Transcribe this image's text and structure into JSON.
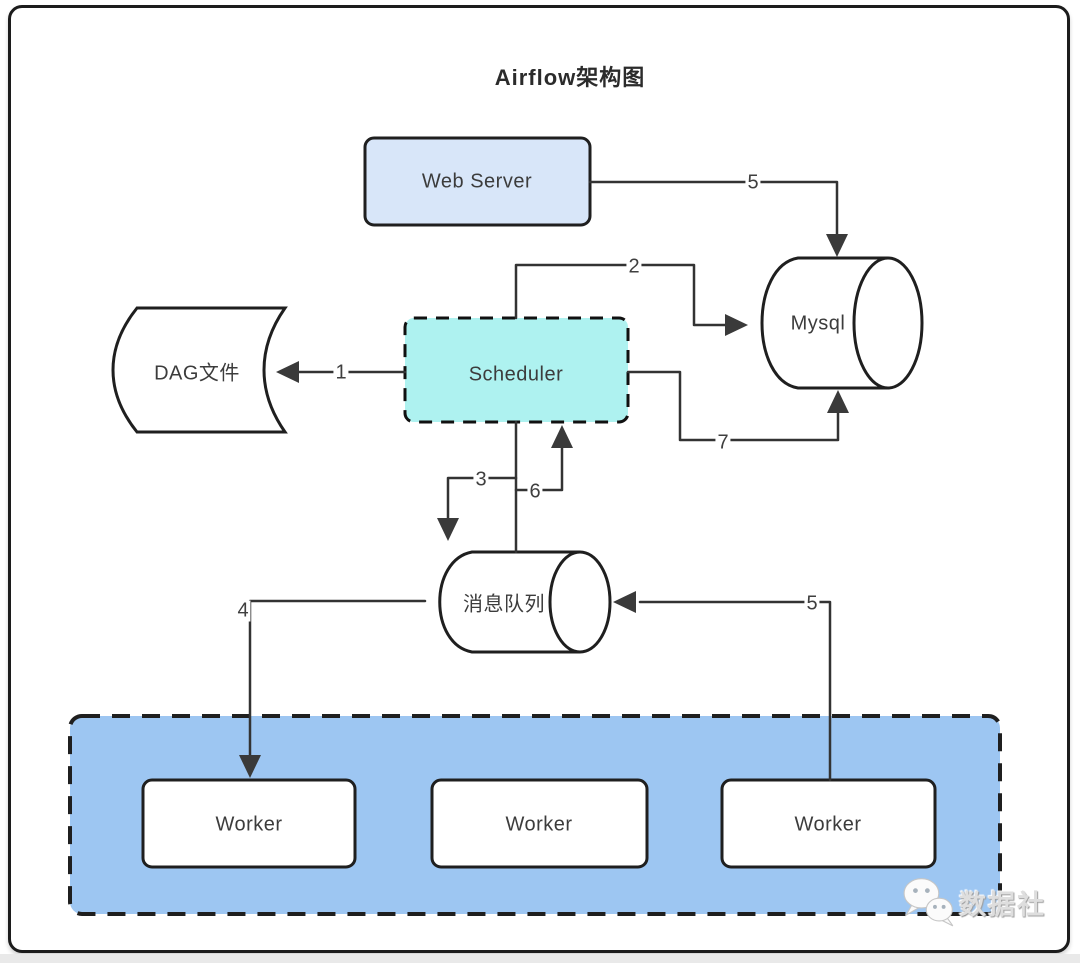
{
  "title": "Airflow架构图",
  "nodes": {
    "web_server": {
      "label": "Web Server"
    },
    "scheduler": {
      "label": "Scheduler"
    },
    "mysql": {
      "label": "Mysql"
    },
    "dag_file": {
      "label": "DAG文件"
    },
    "message_queue": {
      "label": "消息队列"
    },
    "worker_1": {
      "label": "Worker"
    },
    "worker_2": {
      "label": "Worker"
    },
    "worker_3": {
      "label": "Worker"
    }
  },
  "edges": [
    {
      "id": "scheduler-to-dag-file",
      "label": "1"
    },
    {
      "id": "scheduler-to-mysql",
      "label": "2"
    },
    {
      "id": "scheduler-to-message-queue",
      "label": "3"
    },
    {
      "id": "message-queue-to-worker-1",
      "label": "4"
    },
    {
      "id": "web-server-to-mysql",
      "label": "5"
    },
    {
      "id": "worker-3-to-message-queue",
      "label": "5"
    },
    {
      "id": "message-queue-to-scheduler",
      "label": "6"
    },
    {
      "id": "scheduler-to-mysql-return",
      "label": "7"
    }
  ],
  "watermark": {
    "text": "数据社",
    "icon": "wechat-icon"
  },
  "colors": {
    "web_server_fill": "#d8e6f9",
    "scheduler_fill": "#aef2f0",
    "worker_group_fill": "#9dc6f2",
    "node_fill": "#ffffff",
    "line": "#333333",
    "border": "#1c1c1c"
  }
}
